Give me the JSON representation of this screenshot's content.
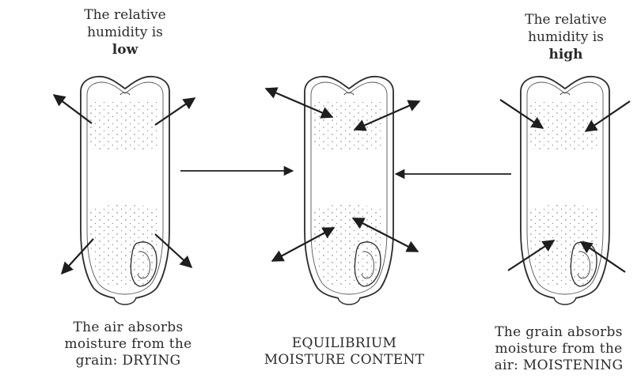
{
  "left": {
    "top_line1": "The relative",
    "top_line2": "humidity is",
    "top_line3": "low",
    "cap_line1": "The air absorbs",
    "cap_line2": "moisture from the",
    "cap_line3": "grain: DRYING"
  },
  "center": {
    "cap_line1": "EQUILIBRIUM",
    "cap_line2": "MOISTURE CONTENT"
  },
  "right": {
    "top_line1": "The relative",
    "top_line2": "humidity is",
    "top_line3": "high",
    "cap_line1": "The grain absorbs",
    "cap_line2": "moisture from the",
    "cap_line3": "air: MOISTENING"
  }
}
